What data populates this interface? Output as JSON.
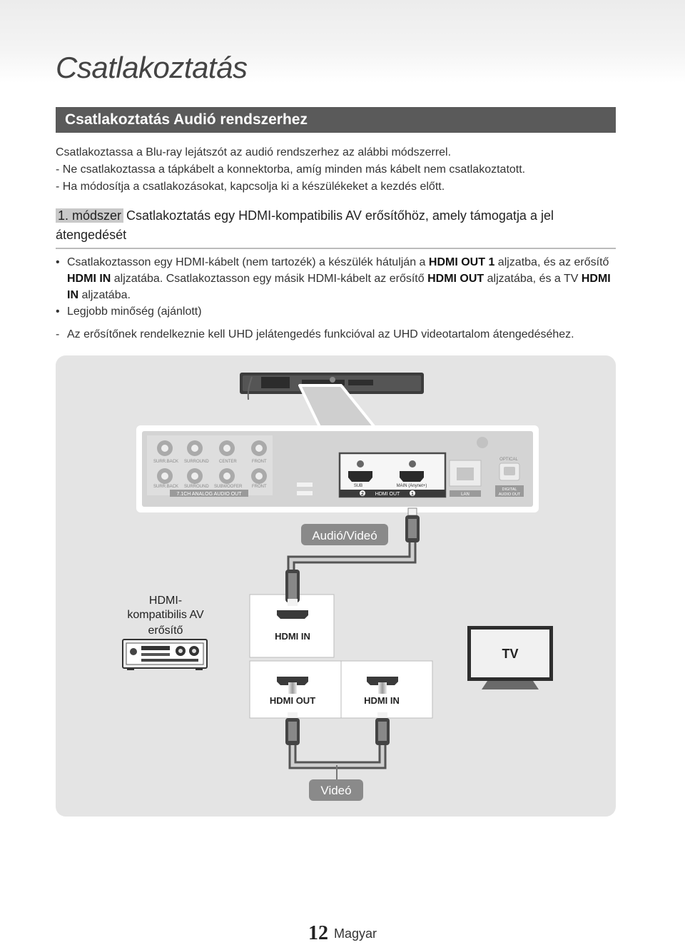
{
  "chapter_title": "Csatlakoztatás",
  "section_title": "Csatlakoztatás Audió rendszerhez",
  "intro": [
    "Csatlakoztassa a Blu-ray lejátszót az audió rendszerhez az alábbi módszerrel.",
    "- Ne csatlakoztassa a tápkábelt a konnektorba, amíg minden más kábelt nem csatlakoztatott.",
    "- Ha módosítja a csatlakozásokat, kapcsolja ki a készülékeket a kezdés előtt."
  ],
  "method": {
    "tag": "1. módszer",
    "title": "Csatlakoztatás egy HDMI-kompatibilis AV erősítőhöz, amely támogatja a jel átengedését"
  },
  "bullets": {
    "b1_part1": "Csatlakoztasson egy HDMI-kábelt (nem tartozék) a készülék hátulján a ",
    "b1_bold1": "HDMI OUT 1",
    "b1_part2": " aljzatba, és az erősítő ",
    "b1_bold2": "HDMI IN",
    "b1_part3": " aljzatába. Csatlakoztasson egy másik HDMI-kábelt az erősítő ",
    "b1_bold3": "HDMI OUT",
    "b1_part4": " aljzatába, és a TV ",
    "b1_bold4": "HDMI IN",
    "b1_part5": " aljzatába.",
    "b2": "Legjobb minőség (ajánlott)",
    "note": "Az erősítőnek rendelkeznie kell UHD jelátengedés funkcióval az UHD videotartalom átengedéséhez."
  },
  "diagram": {
    "panel_labels": {
      "surr_back_r": "SURR.BACK",
      "surround_r": "SURROUND",
      "center": "CENTER",
      "front_r": "FRONT",
      "surr_back_l": "SURR.BACK",
      "surround_l": "SURROUND",
      "subwoofer": "SUBWOOFER",
      "front_l": "FRONT",
      "analog_out": "7.1CH ANALOG AUDIO OUT",
      "sub": "SUB",
      "main": "MAIN (Anynet+)",
      "hdmi_out": "HDMI OUT",
      "num2": "2",
      "num1": "1",
      "lan": "LAN",
      "optical": "OPTICAL",
      "digital_out_1": "DIGITAL",
      "digital_out_2": "AUDIO OUT"
    },
    "audio_video": "Audió/Videó",
    "amplifier_1": "HDMI-",
    "amplifier_2": "kompatibilis AV",
    "amplifier_3": "erősítő",
    "amp_hdmi_in": "HDMI IN",
    "amp_hdmi_out": "HDMI OUT",
    "tv_hdmi_in": "HDMI IN",
    "tv": "TV",
    "video": "Videó"
  },
  "footer": {
    "page_number": "12",
    "language": "Magyar"
  }
}
